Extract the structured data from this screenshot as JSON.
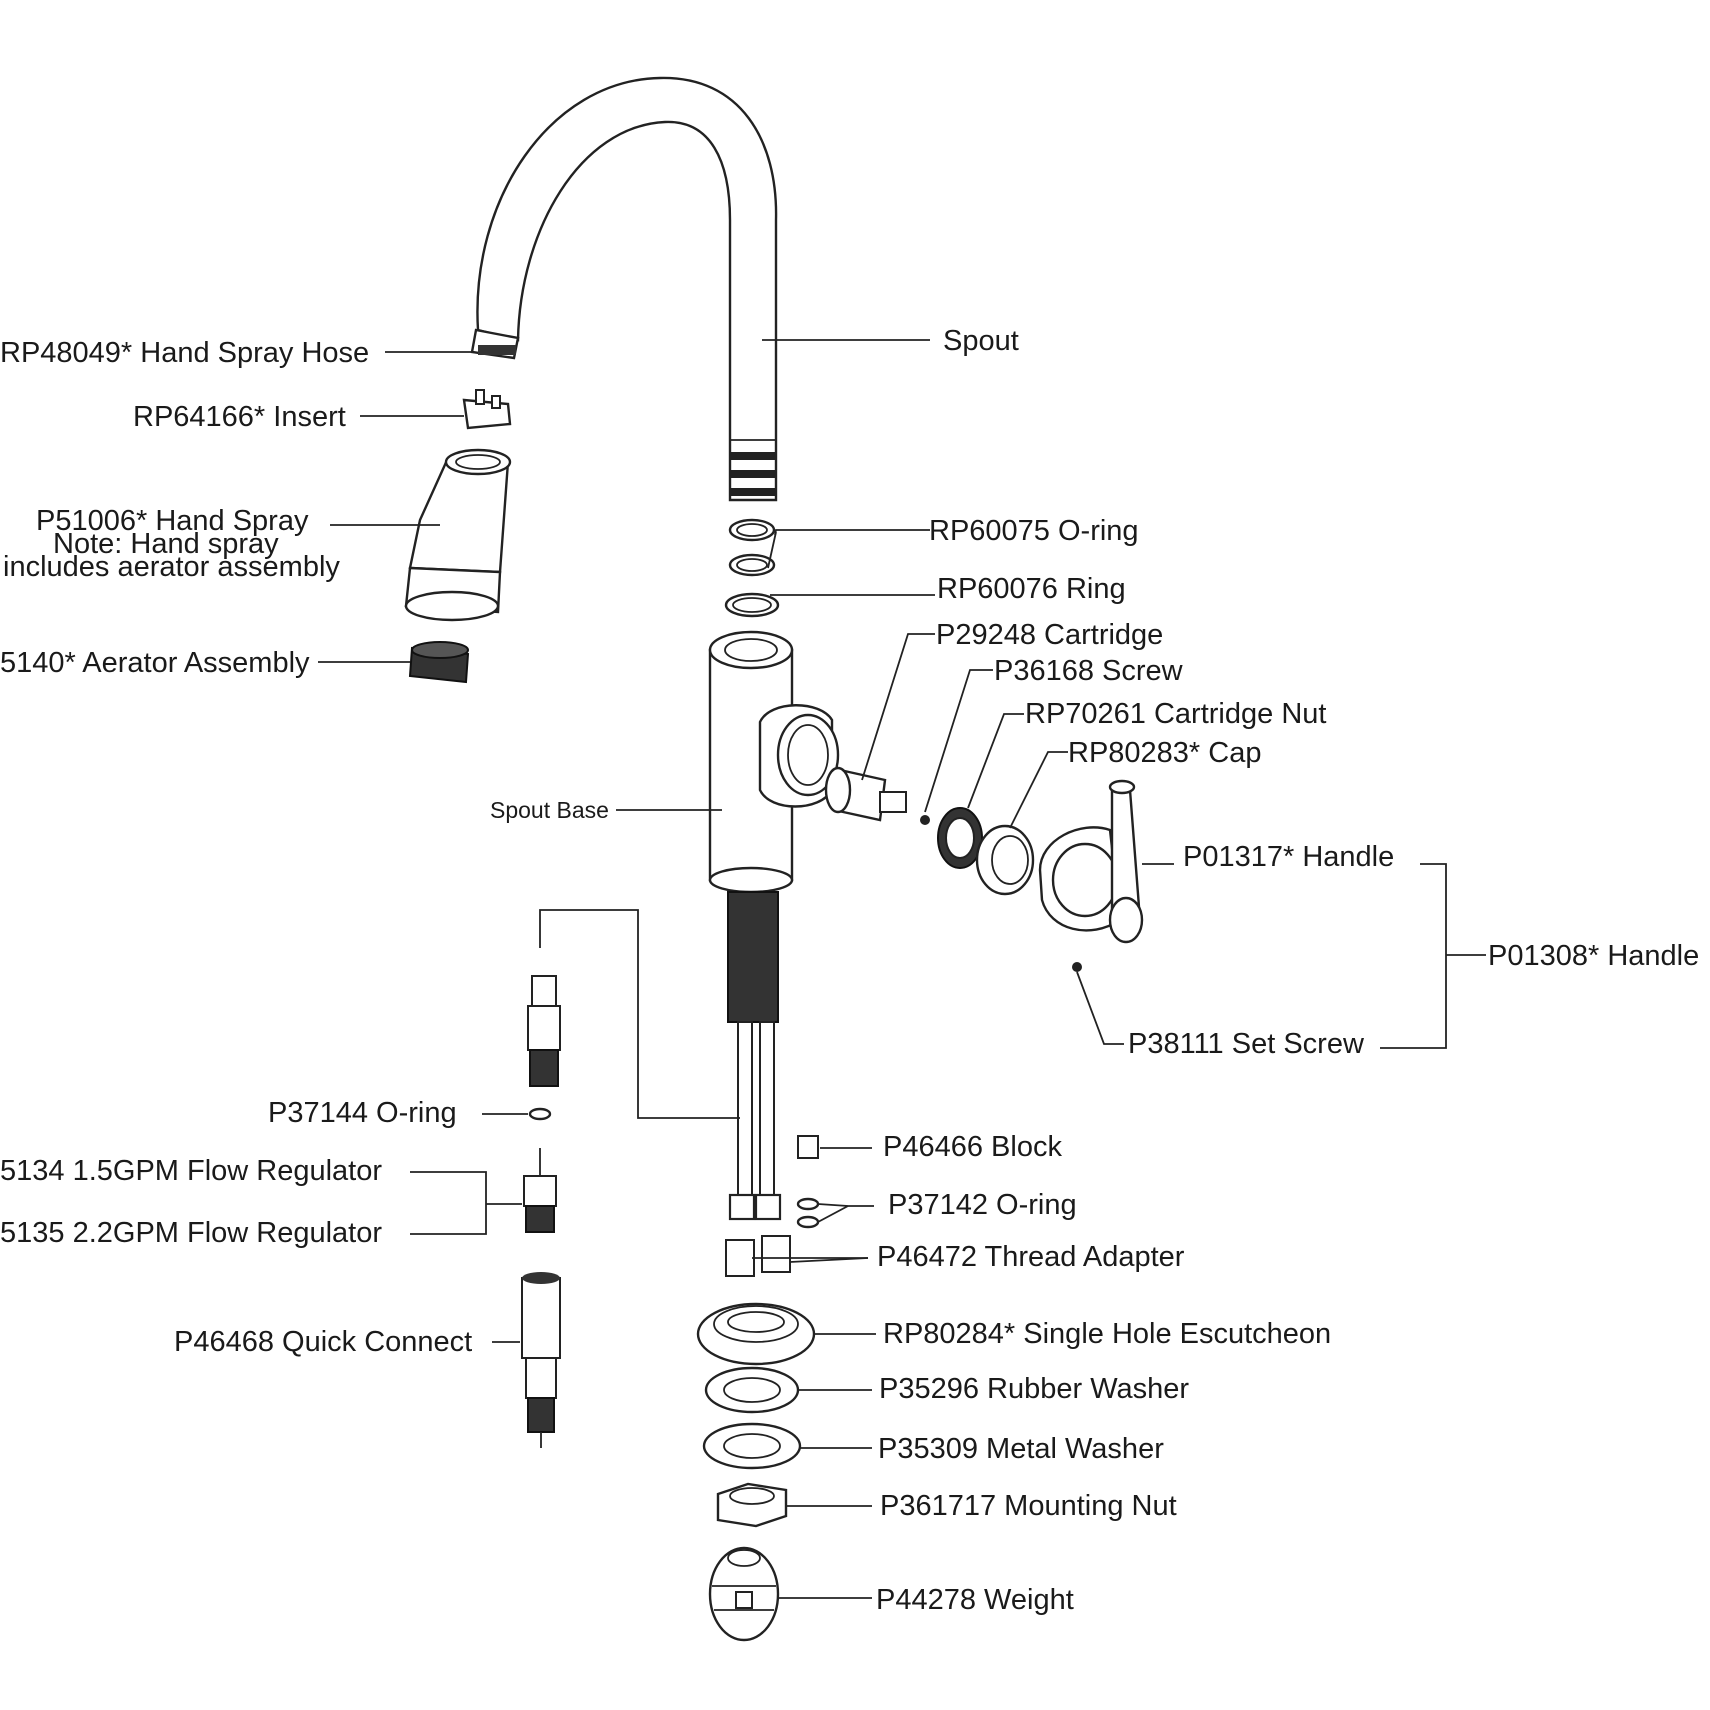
{
  "labels": {
    "spout": "Spout",
    "hand_spray_hose": "RP48049* Hand Spray Hose",
    "insert": "RP64166* Insert",
    "hand_spray": "P51006* Hand Spray",
    "hand_spray_note_1": "Note: Hand spray",
    "hand_spray_note_2": "includes aerator assembly",
    "aerator_assembly": "5140* Aerator Assembly",
    "oring_60075": "RP60075 O-ring",
    "ring_60076": "RP60076 Ring",
    "cartridge": "P29248 Cartridge",
    "screw": "P36168 Screw",
    "cartridge_nut": "RP70261 Cartridge Nut",
    "cap": "RP80283* Cap",
    "spout_base": "Spout Base",
    "handle_01317": "P01317* Handle",
    "handle_01308": "P01308* Handle",
    "set_screw": "P38111 Set Screw",
    "oring_37144": "P37144 O-ring",
    "flow_regulator_15": "5134 1.5GPM Flow Regulator",
    "flow_regulator_22": "5135 2.2GPM Flow Regulator",
    "quick_connect": "P46468 Quick Connect",
    "block": "P46466 Block",
    "oring_37142": "P37142 O-ring",
    "thread_adapter": "P46472 Thread Adapter",
    "escutcheon": "RP80284* Single Hole Escutcheon",
    "rubber_washer": "P35296 Rubber Washer",
    "metal_washer": "P35309 Metal Washer",
    "mounting_nut": "P361717 Mounting Nut",
    "weight": "P44278 Weight"
  }
}
